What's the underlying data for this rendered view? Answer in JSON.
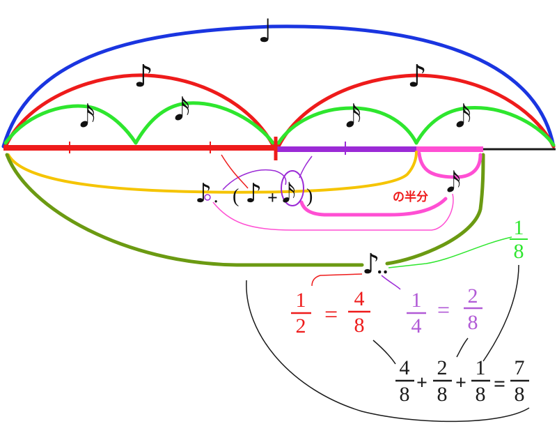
{
  "notes": {
    "quarter": "♩",
    "eighth": "♪",
    "sixteenth": "𝅘𝅥𝅯",
    "dot": ".",
    "double_dot": ".."
  },
  "expression": {
    "open_paren": "(",
    "plus": "+",
    "close_paren": ")"
  },
  "half_of_label": "の半分",
  "fractions": {
    "one_eighth": {
      "num": "1",
      "den": "8"
    },
    "half": {
      "num": "1",
      "den": "2"
    },
    "half_eq": "=",
    "four_eighths": {
      "num": "4",
      "den": "8"
    },
    "quarter_frac": {
      "num": "1",
      "den": "4"
    },
    "quarter_eq": "=",
    "two_eighths": {
      "num": "2",
      "den": "8"
    }
  },
  "sum": {
    "a": {
      "num": "4",
      "den": "8"
    },
    "plus1": "+",
    "b": {
      "num": "2",
      "den": "8"
    },
    "plus2": "+",
    "c": {
      "num": "1",
      "den": "8"
    },
    "eq": "=",
    "result": {
      "num": "7",
      "den": "8"
    }
  },
  "colors": {
    "blue": "#1a35e0",
    "red": "#ee1b1b",
    "green": "#2ee62e",
    "purple": "#9b2ad6",
    "pink": "#ff4fd3",
    "yellow": "#f5c400",
    "olive": "#6b9a12",
    "black": "#1a1a1a"
  }
}
